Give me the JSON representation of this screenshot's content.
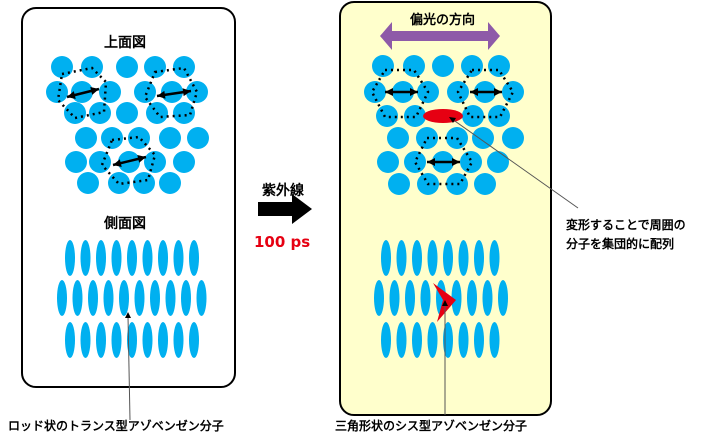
{
  "left_panel": {
    "top_title": "上面図",
    "side_title": "側面図",
    "caption": "ロッド状のトランス型アゾベンゼン分子"
  },
  "middle": {
    "stimulus": "紫外線",
    "time": "100 ps"
  },
  "right_panel": {
    "polarization_label": "偏光の方向",
    "caption": "三角形状のシス型アゾベンゼン分子"
  },
  "annotation": {
    "line1": "変形することで周囲の",
    "line2": "分子を集団的に配列"
  },
  "colors": {
    "molecule": "#00b0f0",
    "cis": "#e60012",
    "panel_bg": "#ffffcc",
    "polarization": "#8e5aa8",
    "time": "#e60012"
  }
}
